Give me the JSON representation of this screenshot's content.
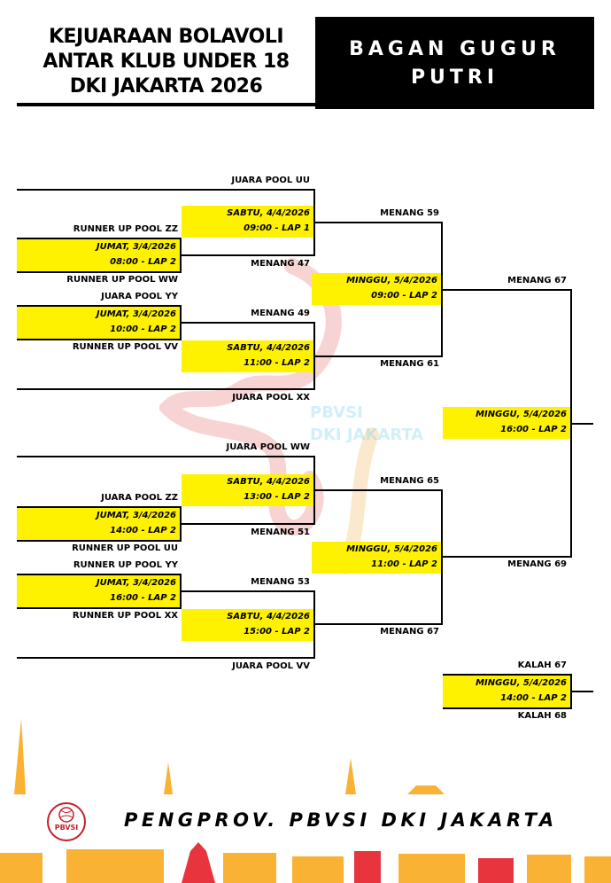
{
  "header": {
    "title_lines": [
      "KEJUARAAN BOLAVOLI",
      "ANTAR KLUB UNDER 18",
      "DKI JAKARTA 2026"
    ],
    "subtitle_lines": [
      "BAGAN GUGUR",
      "PUTRI"
    ]
  },
  "round1": {
    "teams": [
      "RUNNER UP POOL ZZ",
      "RUNNER UP POOL WW",
      "JUARA POOL YY",
      "RUNNER UP POOL VV",
      "JUARA POOL ZZ",
      "RUNNER UP POOL UU",
      "RUNNER UP POOL YY",
      "RUNNER UP POOL XX"
    ],
    "matches": [
      {
        "day": "JUMAT, 3/4/2026",
        "time": "08:00 - LAP 2"
      },
      {
        "day": "JUMAT, 3/4/2026",
        "time": "10:00 - LAP 2"
      },
      {
        "day": "JUMAT, 3/4/2026",
        "time": "14:00 - LAP 2"
      },
      {
        "day": "JUMAT, 3/4/2026",
        "time": "16:00 - LAP 2"
      }
    ]
  },
  "round2": {
    "labels": [
      "JUARA POOL UU",
      "MENANG 47",
      "MENANG 49",
      "JUARA POOL XX",
      "JUARA POOL WW",
      "MENANG 51",
      "MENANG 53",
      "JUARA POOL VV"
    ],
    "matches": [
      {
        "day": "SABTU, 4/4/2026",
        "time": "09:00 - LAP 1"
      },
      {
        "day": "SABTU, 4/4/2026",
        "time": "11:00 - LAP 2"
      },
      {
        "day": "SABTU, 4/4/2026",
        "time": "13:00 - LAP 2"
      },
      {
        "day": "SABTU, 4/4/2026",
        "time": "15:00 - LAP 2"
      }
    ]
  },
  "round3": {
    "labels": [
      "MENANG 59",
      "MENANG 61",
      "MENANG 65",
      "MENANG 67"
    ],
    "matches": [
      {
        "day": "MINGGU, 5/4/2026",
        "time": "09:00 - LAP 2"
      },
      {
        "day": "MINGGU, 5/4/2026",
        "time": "11:00 - LAP 2"
      }
    ]
  },
  "final": {
    "labels": [
      "MENANG 67",
      "MENANG 69"
    ],
    "match": {
      "day": "MINGGU, 5/4/2026",
      "time": "16:00 - LAP 2"
    }
  },
  "third_place": {
    "labels": [
      "KALAH 67",
      "KALAH 68"
    ],
    "match": {
      "day": "MINGGU, 5/4/2026",
      "time": "14:00 - LAP 2"
    }
  },
  "watermark": {
    "lines": [
      "PBVSI",
      "DKI JAKARTA"
    ]
  },
  "footer": {
    "org": "PENGPROV. PBVSI DKI JAKARTA",
    "logo_text": "PBVSI"
  },
  "colors": {
    "highlight": "#fff200",
    "accent_red": "#c51f2a",
    "skyline": "#f9b233"
  }
}
